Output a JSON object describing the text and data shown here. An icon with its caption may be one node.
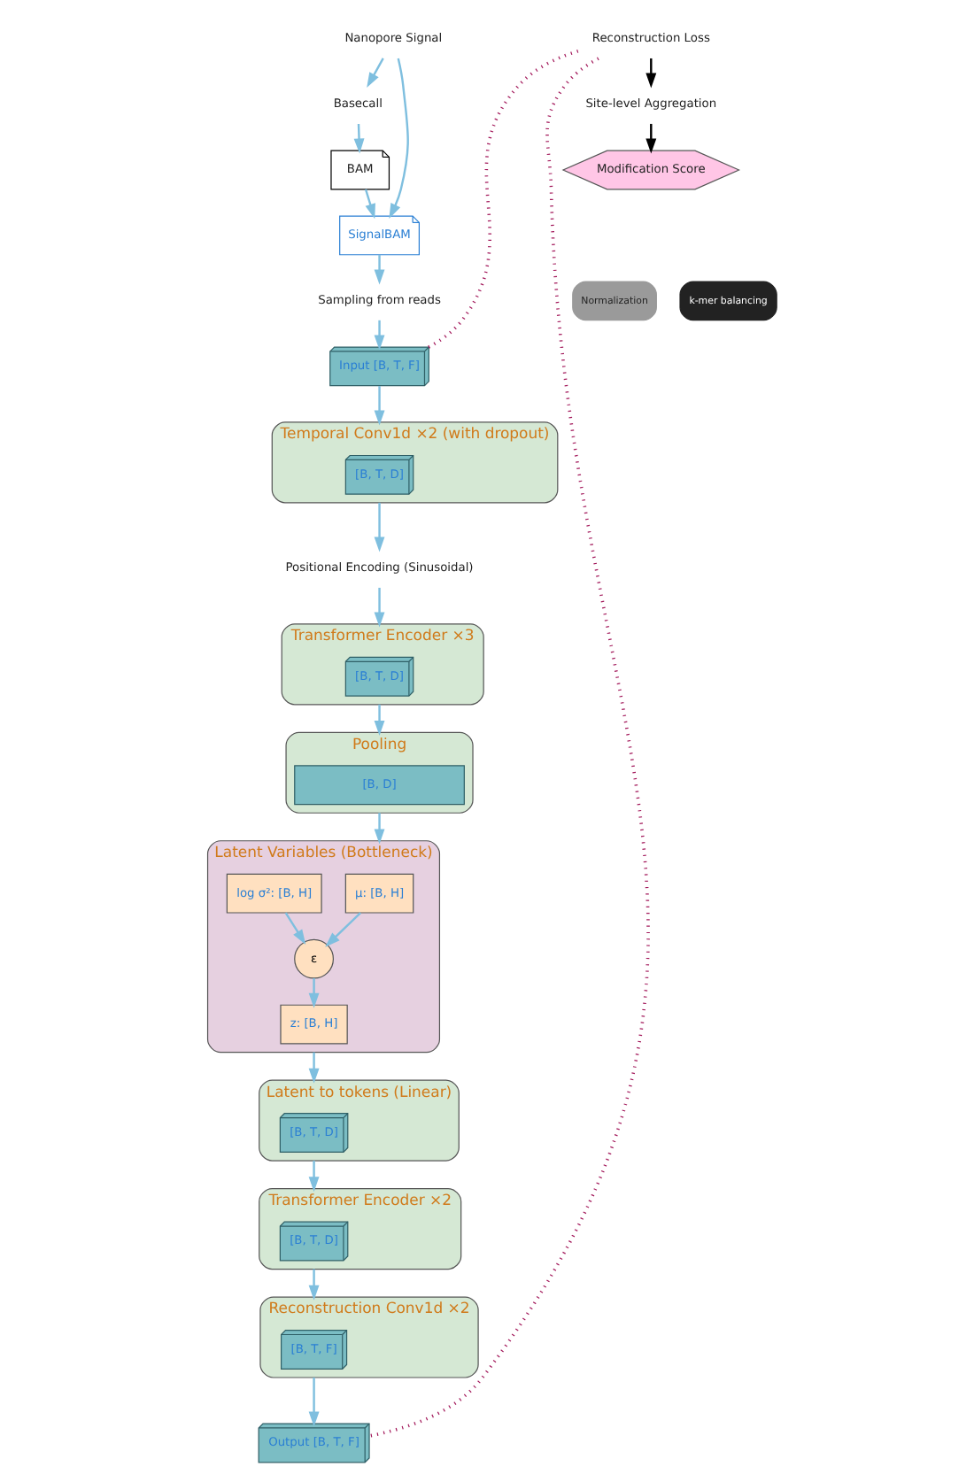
{
  "diagram": {
    "nodes": [
      {
        "text": [
          "Nanopore Signal"
        ]
      },
      {
        "text": [
          "Basecall"
        ]
      },
      {
        "text": [
          "BAM"
        ]
      },
      {
        "text": [
          "SignalBAM"
        ]
      },
      {
        "text": [
          "Sampling from reads"
        ]
      },
      {
        "text": [
          "Normalization"
        ]
      },
      {
        "text": [
          "k-mer balancing"
        ]
      },
      {
        "text": [
          "Input [B, T, F]"
        ]
      },
      {
        "text": [
          "Temporal Conv1d ×2 (with dropout)"
        ]
      },
      {
        "text": [
          "[B, T, D]"
        ],
        "in": 8
      },
      {
        "text": [
          "Positional Encoding (Sinusoidal)"
        ]
      },
      {
        "text": [
          "Transformer Encoder ×3"
        ]
      },
      {
        "text": [
          "[B, T, D]"
        ],
        "in": 11
      },
      {
        "text": [
          "Pooling"
        ]
      },
      {
        "text": [
          "[B, D]"
        ],
        "in": 13
      },
      {
        "text": [
          "Latent Variables (Bottleneck)"
        ]
      },
      {
        "text": [
          "μ: [B, H]"
        ],
        "in": 15
      },
      {
        "text": [
          "log σ²: [B, H]"
        ],
        "in": 15
      },
      {
        "text": [
          "ε"
        ],
        "in": 15
      },
      {
        "text": [
          "z: [B, H]"
        ],
        "in": 15
      },
      {
        "text": [
          "Latent to tokens (Linear)"
        ]
      },
      {
        "text": [
          "[B, T, D]"
        ],
        "in": 20
      },
      {
        "text": [
          "Transformer Encoder ×2"
        ]
      },
      {
        "text": [
          "[B, T, D]"
        ],
        "in": 22
      },
      {
        "text": [
          "Reconstruction Conv1d ×2"
        ]
      },
      {
        "text": [
          "[B, T, F]"
        ],
        "in": 24
      },
      {
        "text": [
          "Output [B, T, F]"
        ]
      },
      {
        "text": [
          "Reconstruction Loss"
        ]
      },
      {
        "text": [
          "Site-level Aggregation"
        ]
      },
      {
        "text": [
          "Modification Score"
        ]
      }
    ],
    "edges": [
      {
        "from": 0,
        "to": 1,
        "arrow": "to"
      },
      {
        "from": 1,
        "to": 2,
        "arrow": "to"
      },
      {
        "from": 0,
        "to": 3,
        "arrow": "to"
      },
      {
        "from": 2,
        "to": 3,
        "arrow": "to"
      },
      {
        "from": 3,
        "to": 4,
        "arrow": "to"
      },
      {
        "from": 4,
        "to": 7,
        "arrow": "to"
      },
      {
        "from": 7,
        "to": 8,
        "arrow": "to"
      },
      {
        "from": 8,
        "to": 10,
        "arrow": "to"
      },
      {
        "from": 10,
        "to": 11,
        "arrow": "to"
      },
      {
        "from": 11,
        "to": 13,
        "arrow": "to"
      },
      {
        "from": 13,
        "to": 15,
        "arrow": "to"
      },
      {
        "from": 16,
        "to": 18,
        "arrow": "to"
      },
      {
        "from": 17,
        "to": 18,
        "arrow": "to"
      },
      {
        "from": 18,
        "to": 19,
        "arrow": "to"
      },
      {
        "from": 15,
        "to": 20,
        "arrow": "to"
      },
      {
        "from": 20,
        "to": 22,
        "arrow": "to"
      },
      {
        "from": 22,
        "to": 24,
        "arrow": "to"
      },
      {
        "from": 24,
        "to": 26,
        "arrow": "to"
      },
      {
        "from": 7,
        "to": 27,
        "arrow": "none",
        "style": "dashed",
        "color": "#a3195b"
      },
      {
        "from": 27,
        "to": 26,
        "arrow": "none",
        "style": "dashed",
        "color": "#a3195b"
      },
      {
        "from": 27,
        "to": 28,
        "arrow": "to",
        "color": "#000000"
      },
      {
        "from": 28,
        "to": 29,
        "arrow": "to",
        "color": "#000000"
      }
    ]
  }
}
